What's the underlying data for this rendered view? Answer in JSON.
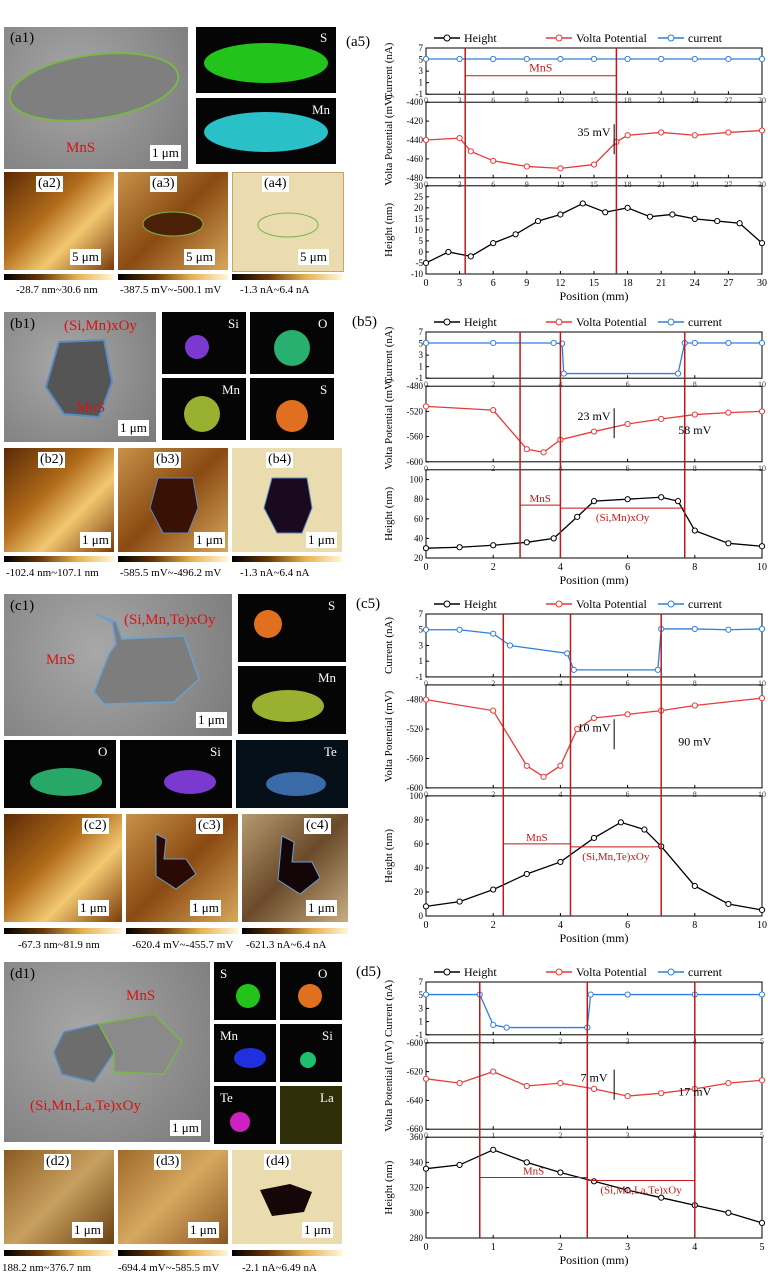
{
  "rows": [
    {
      "panels": {
        "p1": "(a1)",
        "p2": "(a2)",
        "p3": "(a3)",
        "p4": "(a4)",
        "p5": "(a5)"
      },
      "phase_labels": [
        "MnS"
      ],
      "scale_bars": {
        "main": "1 μm",
        "small": "5 μm"
      },
      "element_maps": [
        "S",
        "Mn"
      ],
      "colorbar_ranges": [
        "-28.7 nm~30.6 nm",
        "-387.5 mV~-500.1 mV",
        "-1.3 nA~6.4 nA"
      ],
      "annotations": {
        "phase_a": "MnS",
        "delta1": "35 mV"
      }
    },
    {
      "panels": {
        "p1": "(b1)",
        "p2": "(b2)",
        "p3": "(b3)",
        "p4": "(b4)",
        "p5": "(b5)"
      },
      "phase_labels": [
        "(Si,Mn)xOy",
        "MnS"
      ],
      "scale_bars": {
        "main": "1 μm",
        "small": "1 μm"
      },
      "element_maps": [
        "Si",
        "O",
        "Mn",
        "S"
      ],
      "colorbar_ranges": [
        "-102.4 nm~107.1 nm",
        "-585.5 mV~-496.2 mV",
        "-1.3 nA~6.4 nA"
      ],
      "annotations": {
        "phase_a": "MnS",
        "phase_b": "(Si,Mn)xOy",
        "delta1": "23 mV",
        "delta2": "58 mV"
      }
    },
    {
      "panels": {
        "p1": "(c1)",
        "p2": "(c2)",
        "p3": "(c3)",
        "p4": "(c4)",
        "p5": "(c5)"
      },
      "phase_labels": [
        "(Si,Mn,Te)xOy",
        "MnS"
      ],
      "scale_bars": {
        "main": "1 μm",
        "small": "1 μm"
      },
      "element_maps": [
        "S",
        "Mn",
        "O",
        "Si",
        "Te"
      ],
      "colorbar_ranges": [
        "-67.3 nm~81.9 nm",
        "-620.4 mV~-455.7 mV",
        "-621.3 nA~6.4 nA"
      ],
      "annotations": {
        "phase_a": "MnS",
        "phase_b": "(Si,Mn,Te)xOy",
        "delta1": "10 mV",
        "delta2": "90 mV"
      }
    },
    {
      "panels": {
        "p1": "(d1)",
        "p2": "(d2)",
        "p3": "(d3)",
        "p4": "(d4)",
        "p5": "(d5)"
      },
      "phase_labels": [
        "MnS",
        "(Si,Mn,La,Te)xOy"
      ],
      "scale_bars": {
        "main": "1 μm",
        "small": "1 μm"
      },
      "element_maps": [
        "S",
        "O",
        "Mn",
        "Si",
        "Te",
        "La"
      ],
      "colorbar_ranges": [
        "188.2 nm~376.7 nm",
        "-694.4 mV~-585.5 mV",
        "-2.1 nA~6.49 nA"
      ],
      "annotations": {
        "phase_a": "MnS",
        "phase_b": "(Si,Mn,La,Te)xOy",
        "delta1": "7 mV",
        "delta2": "17 mV"
      }
    }
  ],
  "chart_data": [
    {
      "type": "line",
      "panel": "(a5)",
      "legend": [
        "Height",
        "Volta Potential",
        "current"
      ],
      "xlabel": "Position (mm)",
      "subplots": [
        {
          "ylabel": "Current (nA)",
          "ylim": [
            -1,
            7
          ],
          "yticks": [
            -1,
            1,
            3,
            5,
            7
          ],
          "series": "current",
          "x": [
            0,
            3,
            6,
            9,
            12,
            15,
            18,
            21,
            24,
            27,
            30
          ],
          "values": [
            5.1,
            5.1,
            5.1,
            5.1,
            5.1,
            5.1,
            5.1,
            5.1,
            5.1,
            5.1,
            5.1
          ]
        },
        {
          "ylabel": "Volta Potential (mV)",
          "ylim": [
            -480,
            -400
          ],
          "yticks": [
            -480,
            -460,
            -440,
            -420,
            -400
          ],
          "series": "Volta Potential",
          "x": [
            0,
            3,
            4,
            6,
            9,
            12,
            15,
            17,
            18,
            21,
            24,
            27,
            30
          ],
          "values": [
            -440,
            -438,
            -452,
            -462,
            -468,
            -470,
            -466,
            -442,
            -435,
            -432,
            -435,
            -432,
            -430
          ]
        },
        {
          "ylabel": "Height (nm)",
          "ylim": [
            -10,
            30
          ],
          "yticks": [
            -10,
            -5,
            0,
            5,
            10,
            15,
            20,
            25,
            30
          ],
          "series": "Height",
          "x": [
            0,
            2,
            4,
            6,
            8,
            10,
            12,
            14,
            16,
            18,
            20,
            22,
            24,
            26,
            28,
            30
          ],
          "values": [
            -5,
            0,
            -2,
            4,
            8,
            14,
            17,
            22,
            18,
            20,
            16,
            17,
            15,
            14,
            13,
            4
          ]
        }
      ],
      "xlim": [
        0,
        30
      ],
      "xticks": [
        0,
        3,
        6,
        9,
        12,
        15,
        18,
        21,
        24,
        27,
        30
      ],
      "markers_x": [
        3.5,
        17
      ]
    },
    {
      "type": "line",
      "panel": "(b5)",
      "legend": [
        "Height",
        "Volta Potential",
        "current"
      ],
      "xlabel": "Position (mm)",
      "subplots": [
        {
          "ylabel": "Current (nA)",
          "ylim": [
            -1,
            7
          ],
          "yticks": [
            -1,
            1,
            3,
            5,
            7
          ],
          "series": "current",
          "x": [
            0,
            2,
            3.8,
            4.05,
            4.1,
            7.5,
            7.7,
            8,
            9,
            10
          ],
          "values": [
            5.1,
            5.1,
            5.1,
            5,
            -0.2,
            -0.2,
            5.1,
            5.1,
            5.1,
            5.1
          ]
        },
        {
          "ylabel": "Volta Potential (mV)",
          "ylim": [
            -600,
            -480
          ],
          "yticks": [
            -600,
            -560,
            -520,
            -480
          ],
          "series": "Volta Potential",
          "x": [
            0,
            2,
            3,
            3.5,
            4,
            5,
            6,
            7,
            8,
            9,
            10
          ],
          "values": [
            -512,
            -518,
            -580,
            -585,
            -565,
            -552,
            -540,
            -532,
            -525,
            -522,
            -520
          ]
        },
        {
          "ylabel": "Height (nm)",
          "ylim": [
            20,
            110
          ],
          "yticks": [
            20,
            40,
            60,
            80,
            100
          ],
          "series": "Height",
          "x": [
            0,
            1,
            2,
            3,
            3.8,
            4.5,
            5,
            6,
            7,
            7.5,
            8,
            9,
            10
          ],
          "values": [
            30,
            31,
            33,
            36,
            40,
            62,
            78,
            80,
            82,
            78,
            48,
            35,
            32
          ]
        }
      ],
      "xlim": [
        0,
        10
      ],
      "xticks": [
        0,
        2,
        4,
        6,
        8,
        10
      ],
      "markers_x": [
        2.8,
        4,
        7.7
      ]
    },
    {
      "type": "line",
      "panel": "(c5)",
      "legend": [
        "Height",
        "Volta Potential",
        "current"
      ],
      "xlabel": "Position (mm)",
      "subplots": [
        {
          "ylabel": "Current (nA)",
          "ylim": [
            -1,
            7
          ],
          "yticks": [
            -1,
            1,
            3,
            5,
            7
          ],
          "series": "current",
          "x": [
            0,
            1,
            2,
            2.5,
            4.2,
            4.4,
            6.9,
            7,
            8,
            9,
            10
          ],
          "values": [
            5,
            5,
            4.5,
            3,
            2,
            -0.1,
            -0.1,
            5.1,
            5.1,
            5,
            5.1
          ]
        },
        {
          "ylabel": "Volta Potential (mV)",
          "ylim": [
            -600,
            -460
          ],
          "yticks": [
            -600,
            -560,
            -520,
            -480
          ],
          "series": "Volta Potential",
          "x": [
            0,
            2,
            3,
            3.5,
            4,
            4.5,
            5,
            6,
            7,
            8,
            10
          ],
          "values": [
            -480,
            -495,
            -570,
            -585,
            -570,
            -520,
            -505,
            -500,
            -495,
            -488,
            -478
          ]
        },
        {
          "ylabel": "Height (nm)",
          "ylim": [
            0,
            100
          ],
          "yticks": [
            0,
            20,
            40,
            60,
            80,
            100
          ],
          "series": "Height",
          "x": [
            0,
            1,
            2,
            3,
            4,
            5,
            5.8,
            6.5,
            7,
            8,
            9,
            10
          ],
          "values": [
            8,
            12,
            22,
            35,
            45,
            65,
            78,
            72,
            58,
            25,
            10,
            5
          ]
        }
      ],
      "xlim": [
        0,
        10
      ],
      "xticks": [
        0,
        2,
        4,
        6,
        8,
        10
      ],
      "markers_x": [
        2.3,
        4.3,
        7
      ]
    },
    {
      "type": "line",
      "panel": "(d5)",
      "legend": [
        "Height",
        "Volta Potential",
        "current"
      ],
      "xlabel": "Position (mm)",
      "subplots": [
        {
          "ylabel": "Current (nA)",
          "ylim": [
            -1,
            7
          ],
          "yticks": [
            -1,
            1,
            3,
            5,
            7
          ],
          "series": "current",
          "x": [
            0,
            0.8,
            1,
            1.2,
            2.4,
            2.45,
            3,
            4,
            5
          ],
          "values": [
            5.1,
            5.1,
            0.5,
            0.1,
            0.1,
            5.1,
            5.1,
            5.1,
            5.1
          ]
        },
        {
          "ylabel": "Volta Potential (mV)",
          "ylim": [
            -660,
            -600
          ],
          "yticks": [
            -660,
            -640,
            -620,
            -600
          ],
          "series": "Volta Potential",
          "x": [
            0,
            0.5,
            1,
            1.5,
            2,
            2.5,
            3,
            3.5,
            4,
            4.5,
            5
          ],
          "values": [
            -625,
            -628,
            -620,
            -630,
            -628,
            -632,
            -637,
            -635,
            -632,
            -628,
            -626
          ]
        },
        {
          "ylabel": "Height (nm)",
          "ylim": [
            280,
            360
          ],
          "yticks": [
            280,
            300,
            320,
            340,
            360
          ],
          "series": "Height",
          "x": [
            0,
            0.5,
            1,
            1.5,
            2,
            2.5,
            3,
            3.5,
            4,
            4.5,
            5
          ],
          "values": [
            335,
            338,
            350,
            340,
            332,
            325,
            318,
            312,
            306,
            300,
            292
          ]
        }
      ],
      "xlim": [
        0,
        5
      ],
      "xticks": [
        0,
        1,
        2,
        3,
        4,
        5
      ],
      "markers_x": [
        0.8,
        2.4,
        4
      ]
    }
  ],
  "colors": {
    "height": "#000000",
    "volta": "#e83a3a",
    "current": "#2f7fe0",
    "marker": "#c01818"
  }
}
